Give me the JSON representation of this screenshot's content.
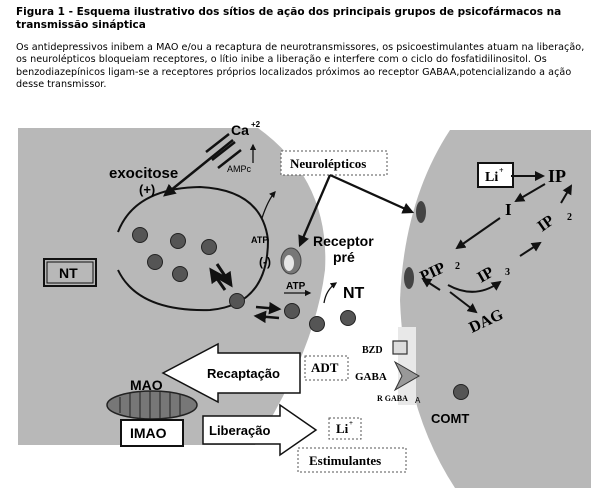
{
  "caption": {
    "title": "Figura 1 - Esquema ilustrativo dos sítios de ação dos principais grupos de psicofármacos na transmissão sináptica",
    "body": "Os antidepressivos inibem a MAO e/ou a recaptura de neurotransmissores, os psicoestimulantes atuam na liberação, os neurolépticos bloqueiam receptores, o lítio inibe a liberação e interfere com o ciclo do fosfatidilinositol. Os benzodiazepínicos ligam-se a receptores próprios localizados próximos ao receptor GABAA,potencializando a ação desse transmissor."
  },
  "diagram": {
    "ca": "Ca",
    "ca_sup": "+2",
    "exocitose": "exocitose",
    "exocitose_sign": "(+)",
    "ampc": "AMPc",
    "atp_vesicle": "ATP",
    "minus": "(-)",
    "receptor": "Receptor",
    "pre": "pré",
    "atp_cleft": "ATP",
    "nt_cleft": "NT",
    "nt_box": "NT",
    "neurolepticos": "Neurolépticos",
    "li_box": "Li",
    "li_sup": "+",
    "ip": "IP",
    "i": "I",
    "ip2": "IP",
    "ip2_sub": "2",
    "pip2": "PIP",
    "pip2_sub": "2",
    "ip3": "IP",
    "ip3_sub": "3",
    "dag": "DAG",
    "bzd": "BZD",
    "gaba": "GABA",
    "rgaba": "R GABA",
    "rgaba_sub": "A",
    "comt": "COMT",
    "recaptacao": "Recaptação",
    "adt": "ADT",
    "mao": "MAO",
    "imao": "IMAO",
    "liberacao": "Liberação",
    "li_small": "Li",
    "li_small_sup": "+",
    "estimulantes": "Estimulantes"
  }
}
